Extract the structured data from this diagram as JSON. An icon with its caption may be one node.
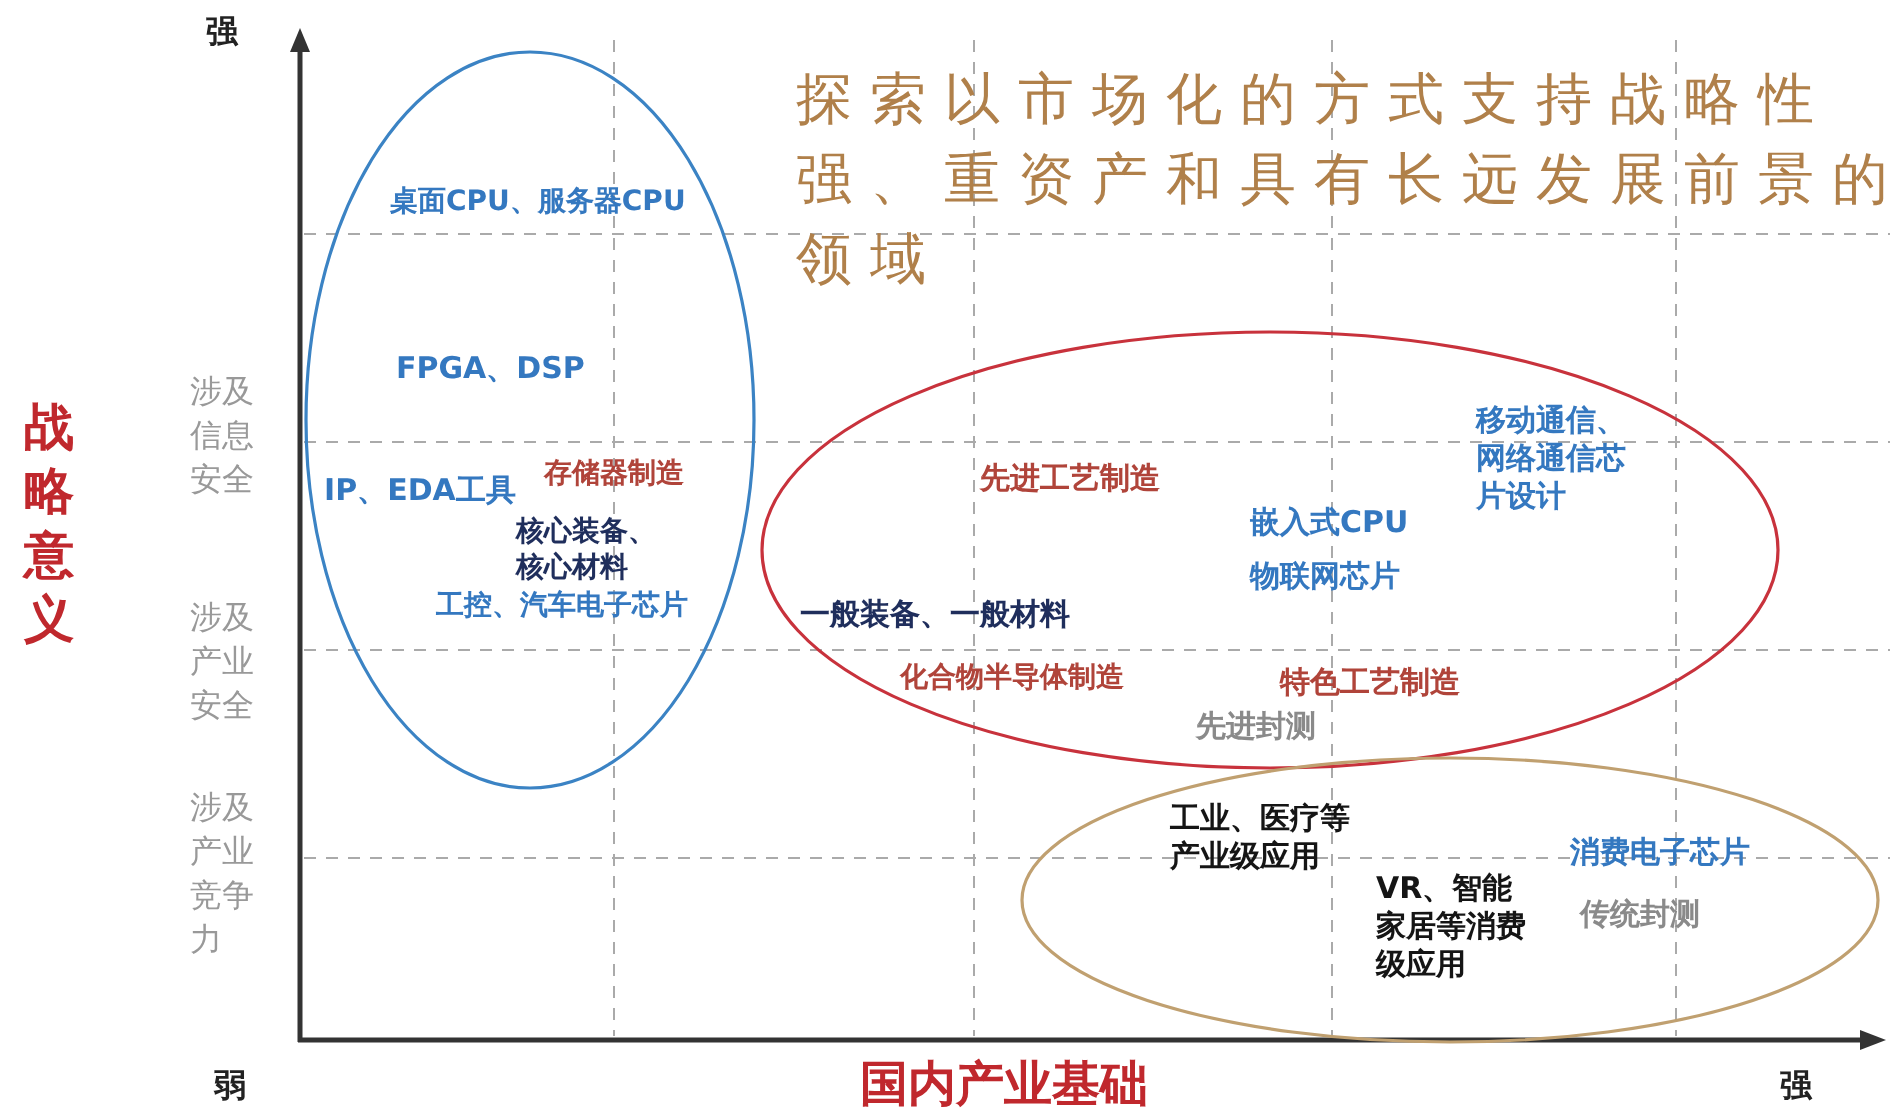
{
  "diagram": {
    "nodes": [
      {
        "text": [
          "桌面CPU、服务器CPU",
          "FPGA、DSP",
          "IP、EDA工具",
          "存储器制造",
          "核心装备、核心材料",
          "工控、汽车电子芯片"
        ]
      },
      {
        "text": [
          "移动通信、网络通信芯片设计",
          "先进工艺制造",
          "嵌入式CPU",
          "物联网芯片",
          "一般装备、一般材料",
          "化合物半导体制造",
          "特色工艺制造",
          "先进封测"
        ]
      },
      {
        "text": [
          "工业、医疗等产业级应用",
          "消费电子芯片",
          "VR、智能家居等消费级应用",
          "传统封测"
        ]
      }
    ],
    "labels": [
      "强",
      "探索以市场化的方式支持战略性强、重资产和具有长远发展前景的领域",
      "涉及信息安全",
      "战略意义",
      "涉及产业安全",
      "涉及产业竞争力",
      "弱",
      "国内产业基础",
      "强"
    ]
  }
}
